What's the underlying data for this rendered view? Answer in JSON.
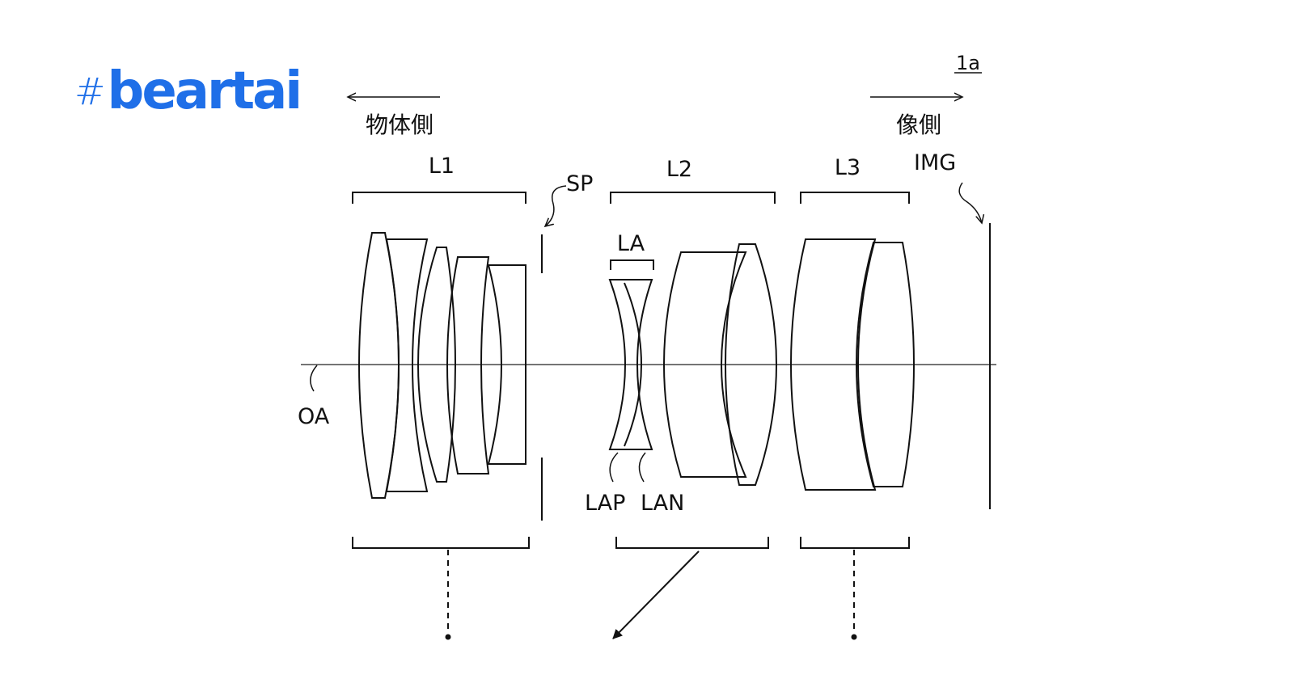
{
  "logo": {
    "hash": "#",
    "text": "beartai",
    "color": "#1f6fe8"
  },
  "figure_ref": "1a",
  "object_side": "物体側",
  "image_side": "像側",
  "groups": {
    "l1": "L1",
    "l2": "L2",
    "l3": "L3"
  },
  "labels": {
    "sp": "SP",
    "img": "IMG",
    "oa": "OA",
    "la": "LA",
    "lap": "LAP",
    "lan": "LAN"
  },
  "colors": {
    "line": "#111111",
    "background": "#ffffff"
  }
}
